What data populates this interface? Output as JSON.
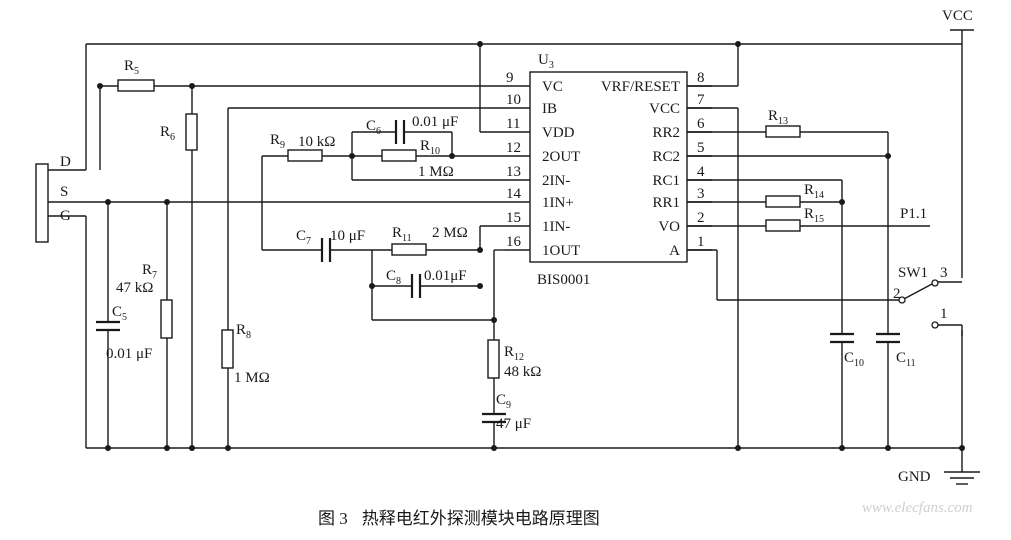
{
  "power": {
    "vcc": "VCC",
    "gnd": "GND"
  },
  "ic": {
    "ref": "U",
    "ref_sub": "3",
    "part": "BIS0001",
    "left_pins": [
      {
        "num": "9",
        "name": "VC"
      },
      {
        "num": "10",
        "name": "IB"
      },
      {
        "num": "11",
        "name": "VDD"
      },
      {
        "num": "12",
        "name": "2OUT"
      },
      {
        "num": "13",
        "name": "2IN-"
      },
      {
        "num": "14",
        "name": "1IN+"
      },
      {
        "num": "15",
        "name": "1IN-"
      },
      {
        "num": "16",
        "name": "1OUT"
      }
    ],
    "right_pins": [
      {
        "num": "8",
        "name": "VRF/RESET"
      },
      {
        "num": "7",
        "name": "VCC"
      },
      {
        "num": "6",
        "name": "RR2"
      },
      {
        "num": "5",
        "name": "RC2"
      },
      {
        "num": "4",
        "name": "RC1"
      },
      {
        "num": "3",
        "name": "RR1"
      },
      {
        "num": "2",
        "name": "VO"
      },
      {
        "num": "1",
        "name": "A"
      }
    ]
  },
  "sensor": {
    "d": "D",
    "s": "S",
    "g": "G"
  },
  "components": {
    "R5": {
      "ref": "R",
      "sub": "5"
    },
    "R6": {
      "ref": "R",
      "sub": "6"
    },
    "R7": {
      "ref": "R",
      "sub": "7",
      "value": "47 kΩ"
    },
    "R8": {
      "ref": "R",
      "sub": "8",
      "value": "1 MΩ"
    },
    "R9": {
      "ref": "R",
      "sub": "9",
      "value": "10 kΩ"
    },
    "R10": {
      "ref": "R",
      "sub": "10",
      "value": "1 MΩ"
    },
    "R11": {
      "ref": "R",
      "sub": "11",
      "value": "2 MΩ"
    },
    "R12": {
      "ref": "R",
      "sub": "12",
      "value": "48 kΩ"
    },
    "R13": {
      "ref": "R",
      "sub": "13"
    },
    "R14": {
      "ref": "R",
      "sub": "14"
    },
    "R15": {
      "ref": "R",
      "sub": "15"
    },
    "C5": {
      "ref": "C",
      "sub": "5",
      "value": "0.01 μF"
    },
    "C6": {
      "ref": "C",
      "sub": "6",
      "value": "0.01 μF"
    },
    "C7": {
      "ref": "C",
      "sub": "7",
      "value": "10 μF"
    },
    "C8": {
      "ref": "C",
      "sub": "8",
      "value": "0.01μF"
    },
    "C9": {
      "ref": "C",
      "sub": "9",
      "value": "47 μF"
    },
    "C10": {
      "ref": "C",
      "sub": "10"
    },
    "C11": {
      "ref": "C",
      "sub": "11"
    }
  },
  "switch": {
    "ref": "SW1",
    "pin1": "1",
    "pin2": "2",
    "pin3": "3"
  },
  "output": {
    "net": "P1.1"
  },
  "caption": {
    "fig": "图 3",
    "title": "热释电红外探测模块电路原理图"
  },
  "watermark": "www.elecfans.com"
}
